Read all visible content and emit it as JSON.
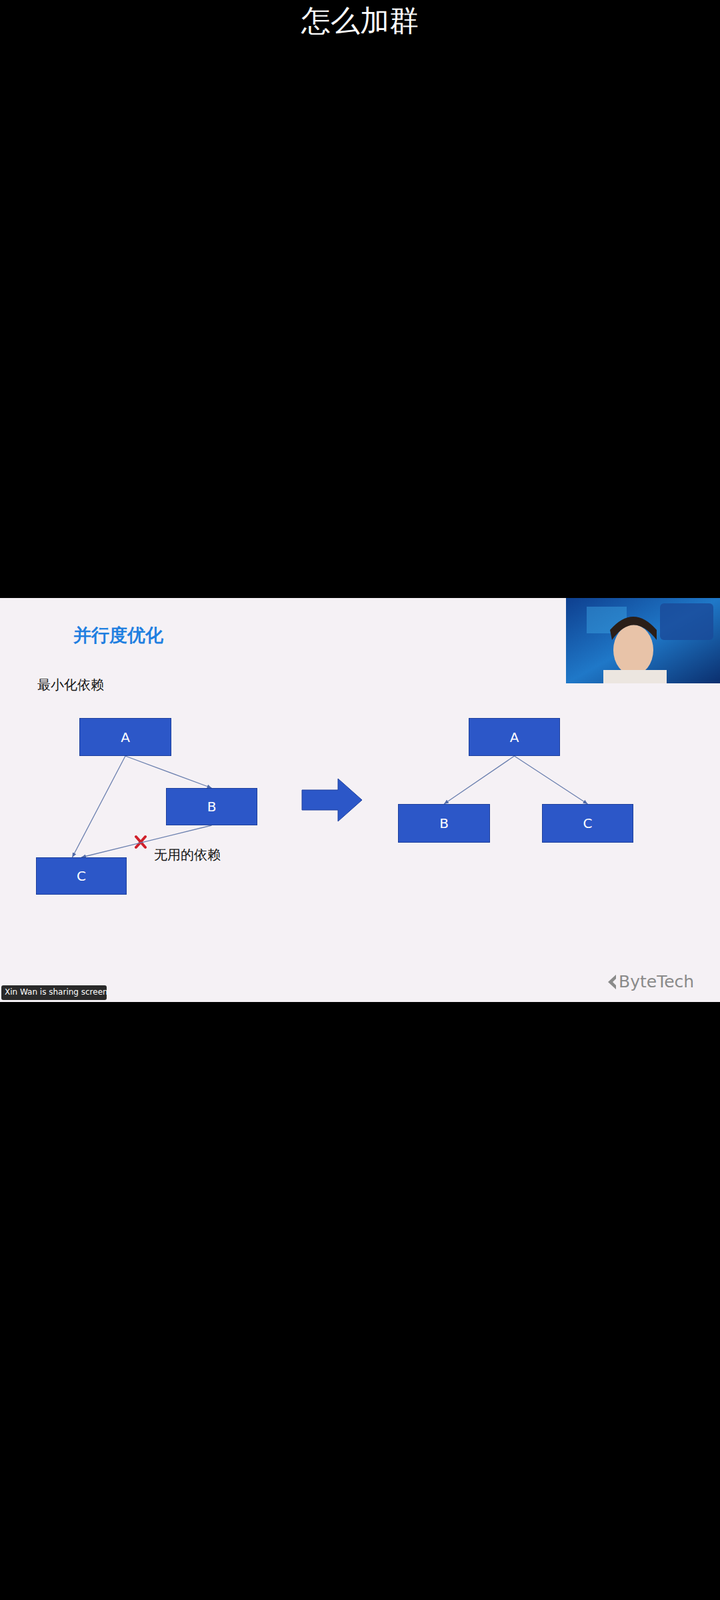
{
  "diagram": {
    "title": "并行度优化",
    "nodes": [
      {
        "text": [
          "A"
        ]
      },
      {
        "text": [
          "B"
        ]
      },
      {
        "text": [
          "C"
        ]
      },
      {
        "text": [
          "A"
        ]
      },
      {
        "text": [
          "B"
        ]
      },
      {
        "text": [
          "C"
        ]
      }
    ],
    "edges": [
      {
        "from": 0,
        "to": 1,
        "arrow": "to"
      },
      {
        "from": 0,
        "to": 2,
        "arrow": "to"
      },
      {
        "from": 1,
        "to": 2,
        "label": "无用的依赖",
        "arrow": "to"
      },
      {
        "from": 3,
        "to": 4,
        "arrow": "to"
      },
      {
        "from": 3,
        "to": 5,
        "arrow": "to"
      }
    ],
    "labels": [
      "怎么加群",
      "最小化依赖",
      "Xin Wan is sharing screen",
      "ByteTech"
    ]
  }
}
